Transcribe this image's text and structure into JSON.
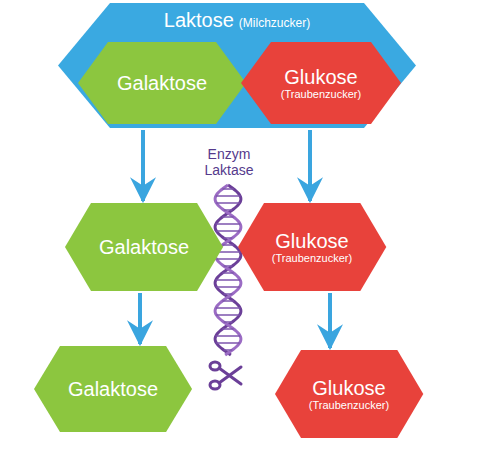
{
  "diagram": {
    "nodes": [
      {
        "text": [
          "Laktose",
          "(Milchzucker)"
        ]
      },
      {
        "text": [
          "Galaktose"
        ],
        "in": 0
      },
      {
        "text": [
          "Glukose",
          "(Traubenzucker)"
        ],
        "in": 0
      },
      {
        "text": [
          "Galaktose"
        ]
      },
      {
        "text": [
          "Glukose",
          "(Traubenzucker)"
        ]
      },
      {
        "text": [
          "Galaktose"
        ]
      },
      {
        "text": [
          "Glukose",
          "(Traubenzucker)"
        ]
      }
    ],
    "edges": [
      {
        "from": 0,
        "to": 3,
        "arrow": "to"
      },
      {
        "from": 0,
        "to": 4,
        "arrow": "to"
      },
      {
        "from": 3,
        "to": 5,
        "arrow": "to"
      },
      {
        "from": 4,
        "to": 6,
        "arrow": "to"
      }
    ],
    "labels": [
      "Enzym Laktase"
    ]
  }
}
